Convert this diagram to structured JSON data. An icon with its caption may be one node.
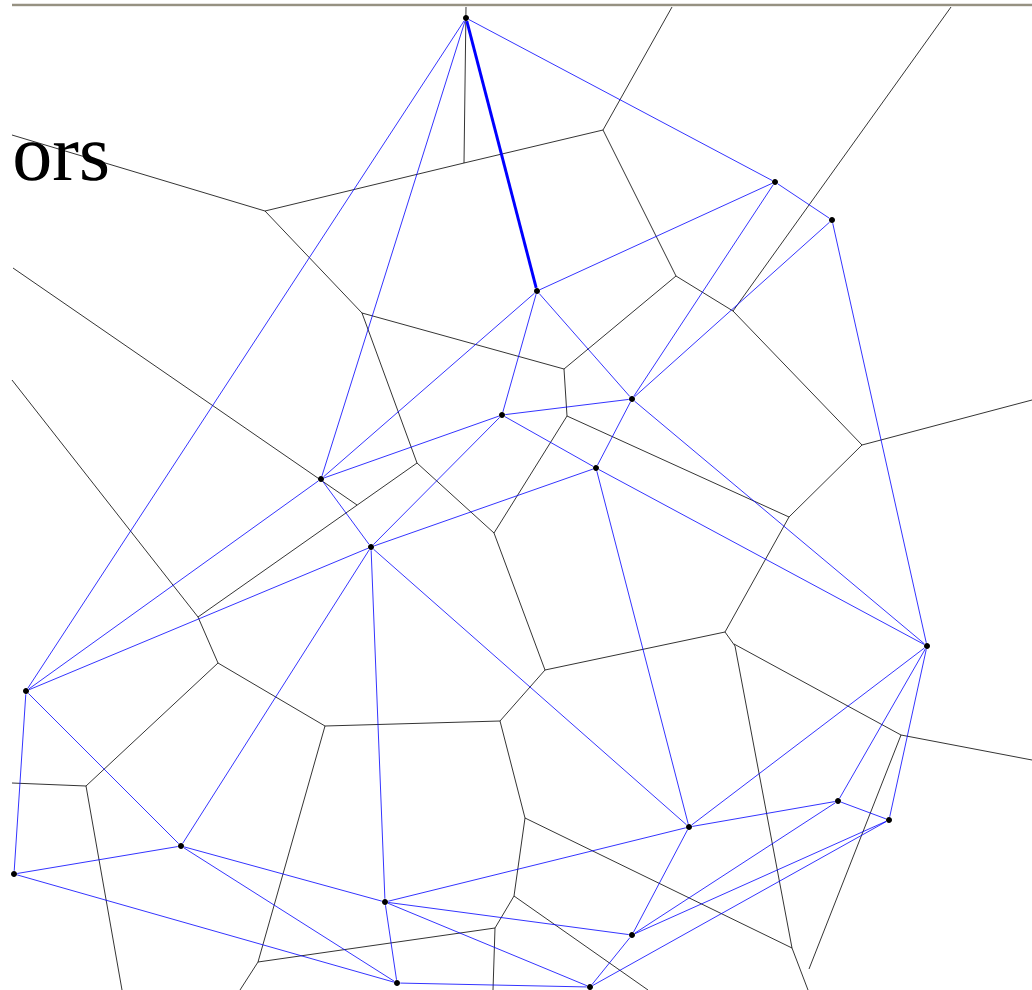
{
  "diagram": {
    "nodes": [
      {
        "text": [],
        "shape": "circle"
      },
      {
        "text": [],
        "shape": "circle"
      },
      {
        "text": [],
        "shape": "circle"
      },
      {
        "text": [],
        "shape": "circle"
      },
      {
        "text": [],
        "shape": "circle"
      },
      {
        "text": [],
        "shape": "circle"
      },
      {
        "text": [],
        "shape": "circle"
      },
      {
        "text": [],
        "shape": "circle"
      },
      {
        "text": [],
        "shape": "circle"
      },
      {
        "text": [],
        "shape": "circle"
      },
      {
        "text": [],
        "shape": "circle"
      },
      {
        "text": [],
        "shape": "circle"
      },
      {
        "text": [],
        "shape": "circle"
      },
      {
        "text": [],
        "shape": "circle"
      },
      {
        "text": [],
        "shape": "circle"
      },
      {
        "text": [],
        "shape": "circle"
      },
      {
        "text": [],
        "shape": "circle"
      },
      {
        "text": [],
        "shape": "circle"
      },
      {
        "text": [],
        "shape": "circle"
      },
      {
        "text": [],
        "shape": "circle"
      }
    ],
    "edges": [
      {
        "from": 0,
        "to": 1,
        "arrow": "none"
      },
      {
        "from": 0,
        "to": 3,
        "arrow": "none",
        "style": "thick"
      },
      {
        "from": 0,
        "to": 6,
        "arrow": "none"
      },
      {
        "from": 0,
        "to": 10,
        "arrow": "none"
      },
      {
        "from": 1,
        "to": 2,
        "arrow": "none"
      },
      {
        "from": 1,
        "to": 3,
        "arrow": "none"
      },
      {
        "from": 1,
        "to": 4,
        "arrow": "none"
      },
      {
        "from": 2,
        "to": 4,
        "arrow": "none"
      },
      {
        "from": 2,
        "to": 9,
        "arrow": "none"
      },
      {
        "from": 3,
        "to": 5,
        "arrow": "none"
      },
      {
        "from": 3,
        "to": 6,
        "arrow": "none"
      },
      {
        "from": 3,
        "to": 4,
        "arrow": "none"
      },
      {
        "from": 5,
        "to": 4,
        "arrow": "none"
      },
      {
        "from": 5,
        "to": 6,
        "arrow": "none"
      },
      {
        "from": 5,
        "to": 7,
        "arrow": "none"
      },
      {
        "from": 5,
        "to": 8,
        "arrow": "none"
      },
      {
        "from": 4,
        "to": 7,
        "arrow": "none"
      },
      {
        "from": 4,
        "to": 9,
        "arrow": "none"
      },
      {
        "from": 6,
        "to": 8,
        "arrow": "none"
      },
      {
        "from": 6,
        "to": 10,
        "arrow": "none"
      },
      {
        "from": 7,
        "to": 8,
        "arrow": "none"
      },
      {
        "from": 7,
        "to": 9,
        "arrow": "none"
      },
      {
        "from": 7,
        "to": 12,
        "arrow": "none"
      },
      {
        "from": 8,
        "to": 10,
        "arrow": "none"
      },
      {
        "from": 8,
        "to": 11,
        "arrow": "none"
      },
      {
        "from": 8,
        "to": 12,
        "arrow": "none"
      },
      {
        "from": 8,
        "to": 16,
        "arrow": "none"
      },
      {
        "from": 10,
        "to": 11,
        "arrow": "none"
      },
      {
        "from": 10,
        "to": 15,
        "arrow": "none"
      },
      {
        "from": 11,
        "to": 15,
        "arrow": "none"
      },
      {
        "from": 11,
        "to": 16,
        "arrow": "none"
      },
      {
        "from": 11,
        "to": 18,
        "arrow": "none"
      },
      {
        "from": 15,
        "to": 18,
        "arrow": "none"
      },
      {
        "from": 16,
        "to": 18,
        "arrow": "none"
      },
      {
        "from": 16,
        "to": 12,
        "arrow": "none"
      },
      {
        "from": 16,
        "to": 17,
        "arrow": "none"
      },
      {
        "from": 16,
        "to": 19,
        "arrow": "none"
      },
      {
        "from": 18,
        "to": 19,
        "arrow": "none"
      },
      {
        "from": 12,
        "to": 9,
        "arrow": "none"
      },
      {
        "from": 12,
        "to": 13,
        "arrow": "none"
      },
      {
        "from": 12,
        "to": 17,
        "arrow": "none"
      },
      {
        "from": 13,
        "to": 9,
        "arrow": "none"
      },
      {
        "from": 13,
        "to": 14,
        "arrow": "none"
      },
      {
        "from": 13,
        "to": 17,
        "arrow": "none"
      },
      {
        "from": 14,
        "to": 9,
        "arrow": "none"
      },
      {
        "from": 14,
        "to": 17,
        "arrow": "none"
      },
      {
        "from": 14,
        "to": 19,
        "arrow": "none"
      },
      {
        "from": 17,
        "to": 19,
        "arrow": "none"
      }
    ],
    "labels": [
      "ors"
    ]
  }
}
